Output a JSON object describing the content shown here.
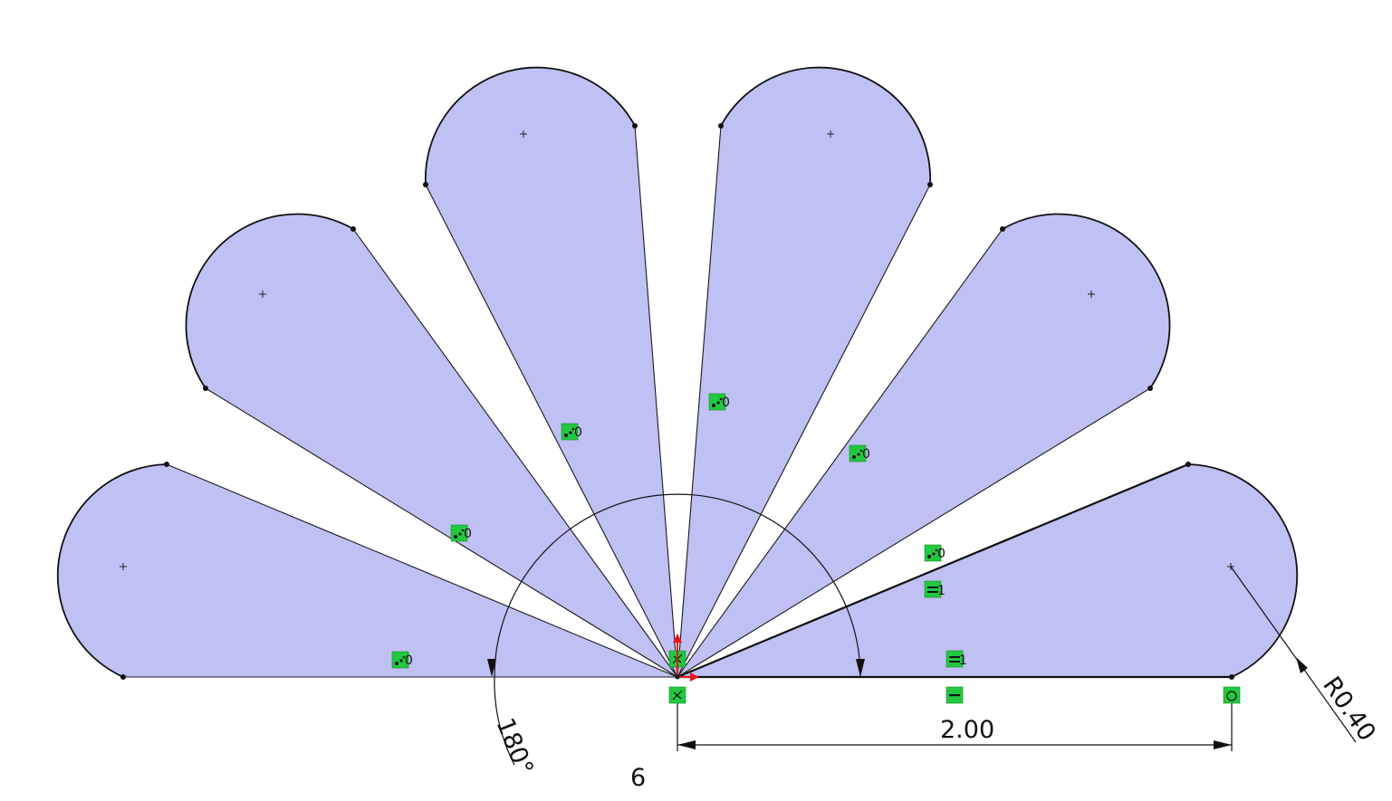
{
  "sketch": {
    "fill_color": "#bfc0f4",
    "line_color": "#111111",
    "relation_color": "#22c840",
    "origin_axis_color": "#e8141e"
  },
  "dimensions": {
    "linear_value": "2.00",
    "radius_value": "R0.40",
    "angle_value": "180°",
    "pattern_count": "6"
  },
  "relations": {
    "pattern_relation_label": "0",
    "equal_relation_label": "1"
  }
}
